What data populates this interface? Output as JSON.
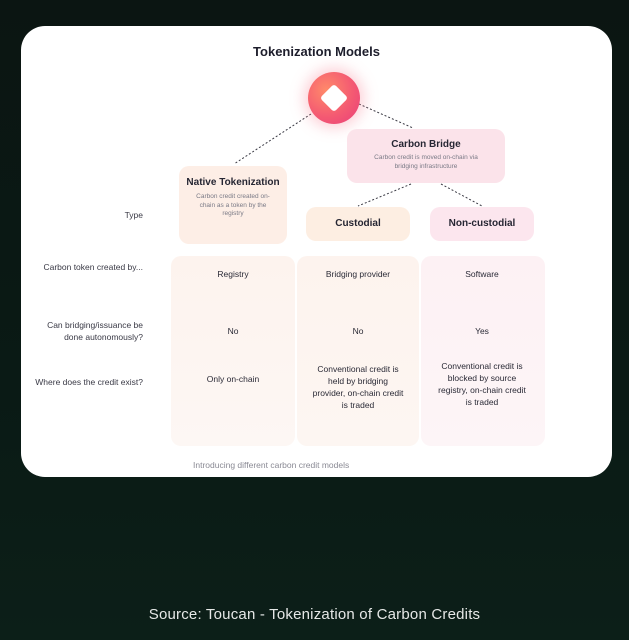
{
  "diagram": {
    "title": "Tokenization Models",
    "native": {
      "title": "Native Tokenization",
      "description": "Carbon credit created on-chain as a token by the registry"
    },
    "bridge": {
      "title": "Carbon Bridge",
      "description": "Carbon credit is moved on-chain via bridging infrastructure",
      "children": [
        "Custodial",
        "Non-custodial"
      ]
    },
    "rows": [
      {
        "label": "Type",
        "values": [
          "",
          "",
          ""
        ]
      },
      {
        "label": "Carbon token created by...",
        "values": [
          "Registry",
          "Bridging provider",
          "Software"
        ]
      },
      {
        "label": "Can bridging/issuance be done autonomously?",
        "values": [
          "No",
          "No",
          "Yes"
        ]
      },
      {
        "label": "Where does the credit exist?",
        "values": [
          "Only on-chain",
          "Conventional credit is held by bridging provider, on-chain credit is traded",
          "Conventional credit is blocked by source registry, on-chain credit is traded"
        ]
      }
    ],
    "caption": "Introducing different carbon credit models",
    "logo_icon": "diamond-logo-icon",
    "colors": {
      "native_box": "#fdeee6",
      "bridge_box": "#fbe3ea",
      "logo_gradient_start": "#ff8a6a",
      "logo_gradient_end": "#e93d7a"
    }
  },
  "source": "Source: Toucan - Tokenization of Carbon Credits"
}
